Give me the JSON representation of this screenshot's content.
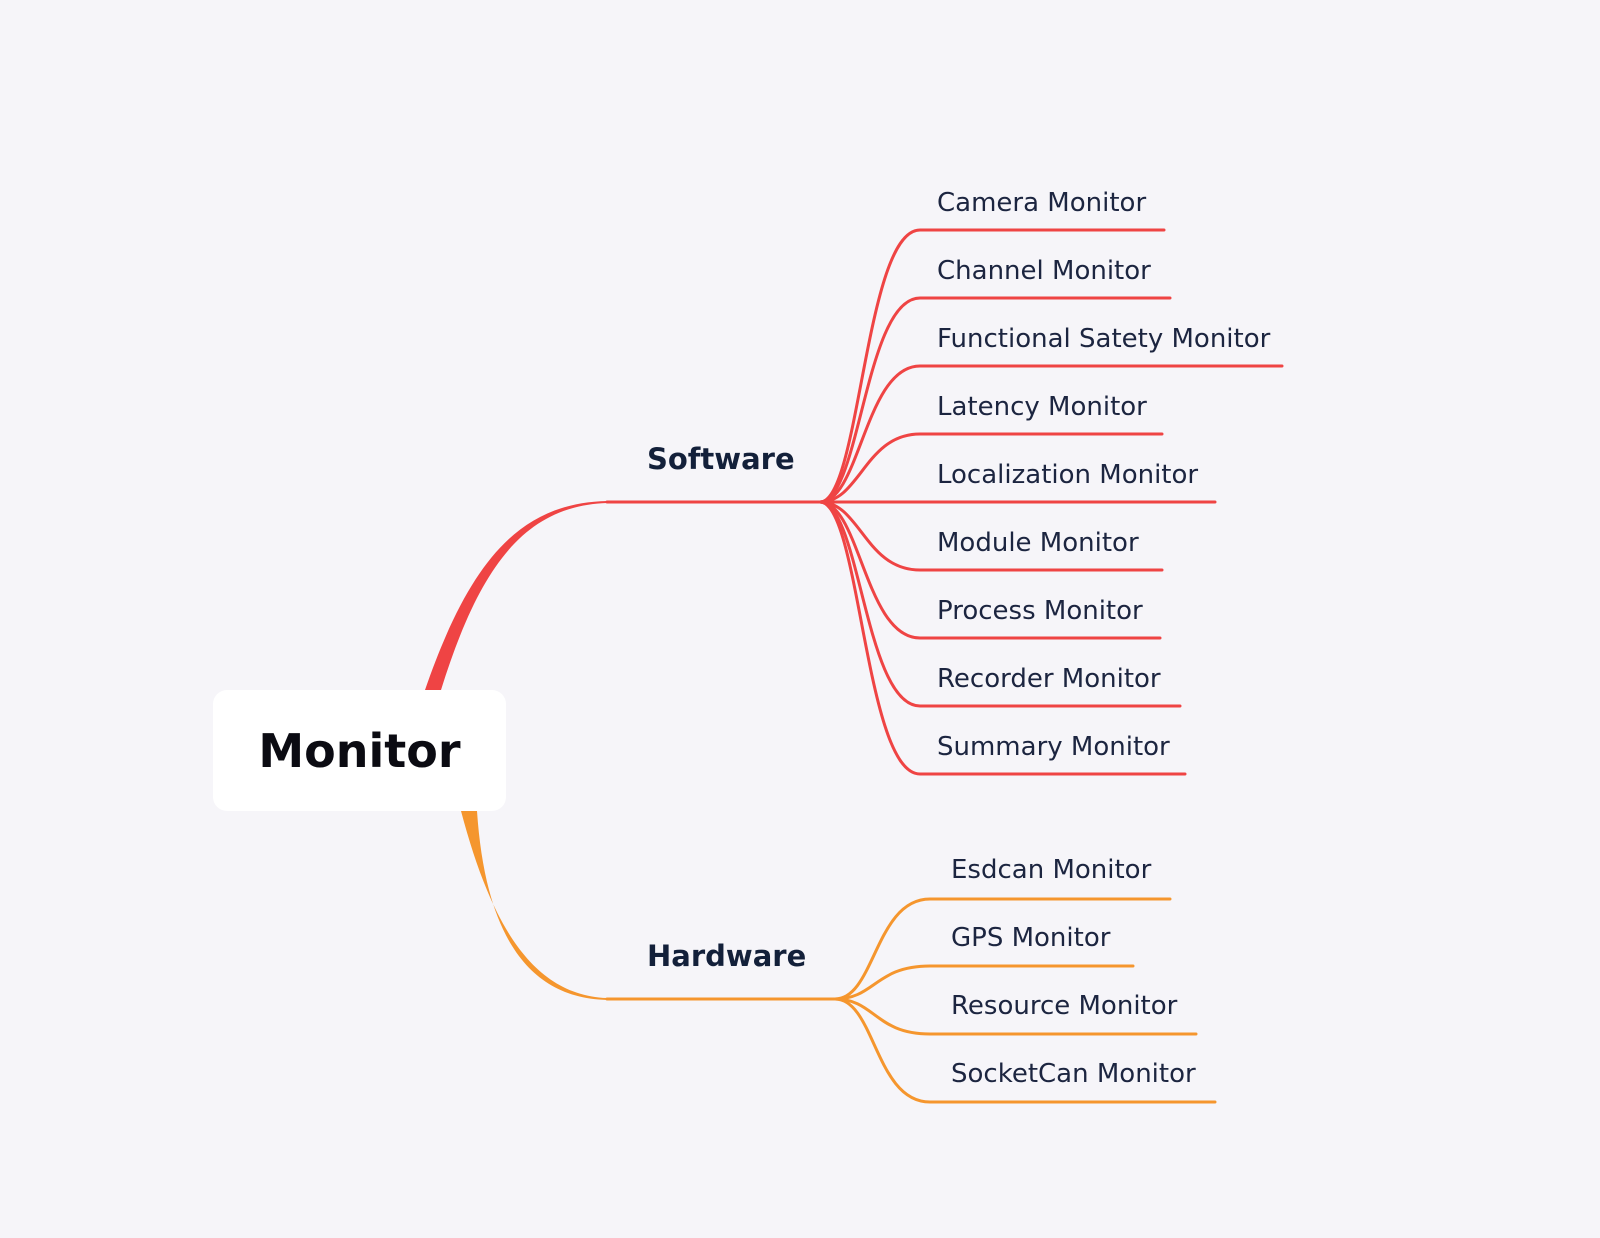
{
  "root": {
    "label": "Monitor"
  },
  "colors": {
    "software": "#ef4444",
    "hardware": "#f5962e"
  },
  "branches": [
    {
      "label": "Software",
      "color": "software",
      "leaves": [
        "Camera Monitor",
        "Channel Monitor",
        "Functional Satety Monitor",
        "Latency Monitor",
        "Localization Monitor",
        "Module Monitor",
        "Process Monitor",
        "Recorder Monitor",
        "Summary Monitor"
      ]
    },
    {
      "label": "Hardware",
      "color": "hardware",
      "leaves": [
        "Esdcan Monitor",
        "GPS Monitor",
        "Resource Monitor",
        "SocketCan Monitor"
      ]
    }
  ]
}
